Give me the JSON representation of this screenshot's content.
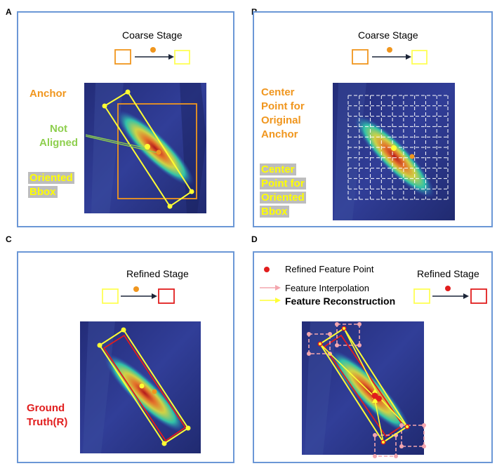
{
  "panels": {
    "a": {
      "letter": "A",
      "stage_title": "Coarse Stage",
      "labels": {
        "anchor": "Anchor",
        "not": "Not",
        "aligned": "Aligned",
        "oriented": "Oriented",
        "bbox": "Bbox"
      }
    },
    "b": {
      "letter": "B",
      "stage_title": "Coarse Stage",
      "labels": {
        "orig": [
          "Center",
          "Point for",
          "Original",
          "Anchor"
        ],
        "oriented": [
          "Center",
          "Point for",
          "Oriented",
          "Bbox"
        ]
      }
    },
    "c": {
      "letter": "C",
      "stage_title": "Refined Stage",
      "labels": {
        "gt1": "Ground",
        "gt2": "Truth(R)"
      }
    },
    "d": {
      "letter": "D",
      "stage_title": "Refined Stage",
      "legend": {
        "refined_point": "Refined Feature Point",
        "interpolation": "Feature Interpolation",
        "reconstruction": "Feature Reconstruction"
      }
    }
  },
  "colors": {
    "panel_border": "#6b97d6",
    "anchor_orange": "#f0961e",
    "bbox_yellow": "#ffff33",
    "ground_truth_red": "#e11d1d",
    "interpolation_pink": "#f4a6ae",
    "not_aligned_green": "#8ecf4e"
  }
}
